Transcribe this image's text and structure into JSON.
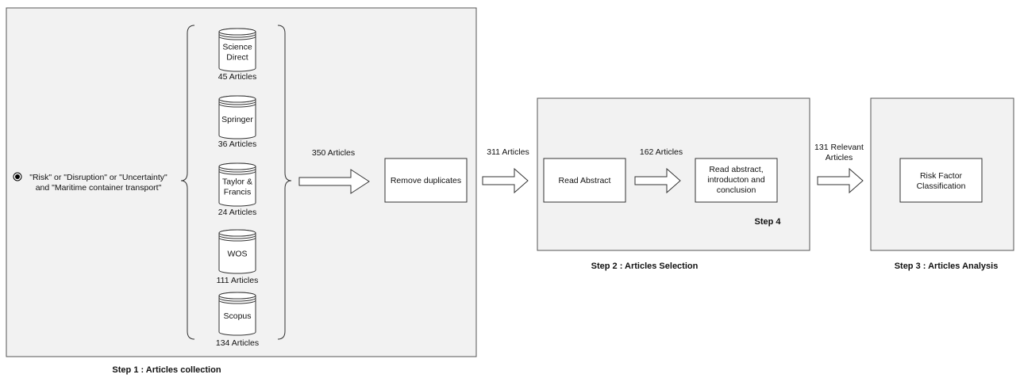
{
  "query": {
    "line1": "\"Risk\" or \"Disruption\"  or \"Uncertainty\"",
    "line2": "and \"Maritime container transport\""
  },
  "databases": [
    {
      "name_lines": [
        "Science",
        "Direct"
      ],
      "count": "45 Articles"
    },
    {
      "name_lines": [
        "Springer"
      ],
      "count": "36 Articles"
    },
    {
      "name_lines": [
        "Taylor &",
        "Francis"
      ],
      "count": "24 Articles"
    },
    {
      "name_lines": [
        "WOS"
      ],
      "count": "111 Articles"
    },
    {
      "name_lines": [
        "Scopus"
      ],
      "count": "134 Articles"
    }
  ],
  "flow": {
    "articles_350": "350 Articles",
    "remove_duplicates": "Remove duplicates",
    "articles_311": "311 Articles",
    "read_abstract": "Read Abstract",
    "articles_162": "162 Articles",
    "read_full_lines": [
      "Read abstract,",
      "introducton and",
      "conclusion"
    ],
    "step4": "Step 4",
    "relevant_lines": [
      "131 Relevant",
      "Articles"
    ],
    "risk_lines": [
      "Risk Factor",
      "Classification"
    ]
  },
  "steps": {
    "step1": "Step 1 : Articles collection",
    "step2": "Step 2 : Articles Selection",
    "step3": "Step 3 : Articles Analysis"
  }
}
